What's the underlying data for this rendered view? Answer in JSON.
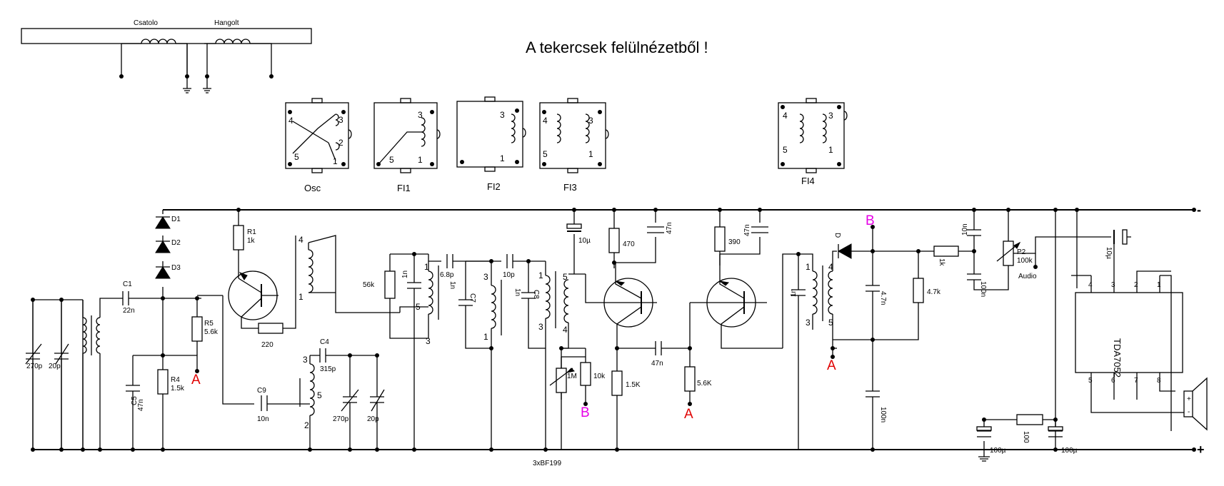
{
  "title": "A tekercsek felülnézetből !",
  "coil_top": {
    "left_label": "Csatolo",
    "right_label": "Hangolt"
  },
  "coil_views": [
    {
      "name": "Osc",
      "pins": [
        "4",
        "3",
        "2",
        "5",
        "1"
      ]
    },
    {
      "name": "FI1",
      "pins": [
        "3",
        "5",
        "1"
      ]
    },
    {
      "name": "FI2",
      "pins": [
        "3",
        "1"
      ]
    },
    {
      "name": "FI3",
      "pins": [
        "4",
        "5",
        "3",
        "1"
      ]
    },
    {
      "name": "FI4",
      "pins": [
        "4",
        "5",
        "3",
        "1"
      ]
    }
  ],
  "rails": {
    "minus": "-",
    "plus": "+"
  },
  "transistor_note": "3xBF199",
  "ic": {
    "name": "TDA7052",
    "pins": [
      "4",
      "3",
      "2",
      "1",
      "5",
      "6",
      "7",
      "8"
    ]
  },
  "markers": {
    "a": "A",
    "b": "B"
  },
  "components": {
    "d1": "D1",
    "d2": "D2",
    "d3": "D3",
    "r1": "R1",
    "r1_val": "1k",
    "r5": "R5",
    "r5_val": "5.6k",
    "r4": "R4",
    "r4_val": "1.5k",
    "c1": "C1",
    "c1_val": "22n",
    "c5": "C5",
    "c5_val": "47n",
    "c9": "C9",
    "c9_val": "10n",
    "c4": "C4",
    "c4_val": "315p",
    "r220": "220",
    "vc1": "270p",
    "vc2": "20p",
    "vc3": "270p",
    "vc4": "20p",
    "r56k": "56k",
    "c1n_a": "1n",
    "c68p": "6.8p",
    "c7": "C7",
    "c7_val": "1n",
    "c10p": "10p",
    "c8": "C8",
    "c8_val": "1n",
    "c10u": "10µ",
    "r1m": "1M",
    "r10k": "10k",
    "r470": "470",
    "c47n_a": "47n",
    "r15k": "1.5K",
    "c47n_b": "47n",
    "r56k_b": "5.6K",
    "r390": "390",
    "c47n_c": "47n",
    "c1n_b": "1n",
    "diode_d": "D",
    "c47n_d": "4.7n",
    "r47k": "4.7k",
    "c100n_a": "100n",
    "r1k": "1k",
    "c10n": "10n",
    "c100n_b": "100n",
    "p2": "P2",
    "p2_val": "100k",
    "audio": "Audio",
    "c10u_b": "10µ",
    "c100u_a": "100µ",
    "c100u_b": "100µ",
    "r100": "100"
  },
  "coil_pins": {
    "t1": [
      "4",
      "1"
    ],
    "t2": [
      "3",
      "5",
      "2"
    ],
    "t3": [
      "1",
      "5",
      "3"
    ],
    "t4": [
      "3",
      "1"
    ],
    "t5": [
      "1",
      "3"
    ],
    "t6": [
      "5",
      "4"
    ],
    "t7": [
      "1",
      "3",
      "4",
      "5"
    ]
  }
}
